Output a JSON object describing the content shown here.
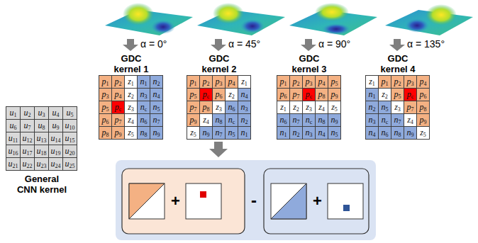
{
  "diagram": {
    "nodes": [
      {
        "text": [
          "General CNN kernel"
        ]
      },
      {
        "text": [
          "GDC kernel 1"
        ]
      },
      {
        "text": [
          "GDC kernel 2"
        ]
      },
      {
        "text": [
          "GDC kernel 3"
        ]
      },
      {
        "text": [
          "GDC kernel 4"
        ]
      }
    ],
    "labels": [
      "α = 0°",
      "α = 45°",
      "α = 90°",
      "α = 135°",
      "u1",
      "u2",
      "u3",
      "u4",
      "u5",
      "u6",
      "u7",
      "u8",
      "u9",
      "u10",
      "u11",
      "u12",
      "u13",
      "u14",
      "u15",
      "u16",
      "u17",
      "u18",
      "u19",
      "u20",
      "u21",
      "u22",
      "u23",
      "u24",
      "u25",
      "p1",
      "p2",
      "z1",
      "n1",
      "n2",
      "p3",
      "p4",
      "z2",
      "n3",
      "n4",
      "p5",
      "pc",
      "z3",
      "nc",
      "n5",
      "p6",
      "p7",
      "z4",
      "n6",
      "n7",
      "p8",
      "p9",
      "z5",
      "n8",
      "n9",
      "p1",
      "p2",
      "p3",
      "p4",
      "z1",
      "p5",
      "pc",
      "p6",
      "z2",
      "n4",
      "p7",
      "p8",
      "z3",
      "n6",
      "n3",
      "p9",
      "z4",
      "n8",
      "nc",
      "n2",
      "z5",
      "n9",
      "n7",
      "n5",
      "n1",
      "p1",
      "p2",
      "p3",
      "p4",
      "p5",
      "p6",
      "p7",
      "pc",
      "p8",
      "p9",
      "z1",
      "z2",
      "z3",
      "z4",
      "z5",
      "n6",
      "n7",
      "nc",
      "n8",
      "n9",
      "n1",
      "n2",
      "n3",
      "n4",
      "n5",
      "z1",
      "p1",
      "p2",
      "p3",
      "p4",
      "n1",
      "z2",
      "p5",
      "pc",
      "p6",
      "n2",
      "n5",
      "z3",
      "p7",
      "p8",
      "n3",
      "nc",
      "n7",
      "z4",
      "p9",
      "n4",
      "n6",
      "n8",
      "n9",
      "z5",
      "+",
      "-",
      "+"
    ]
  }
}
